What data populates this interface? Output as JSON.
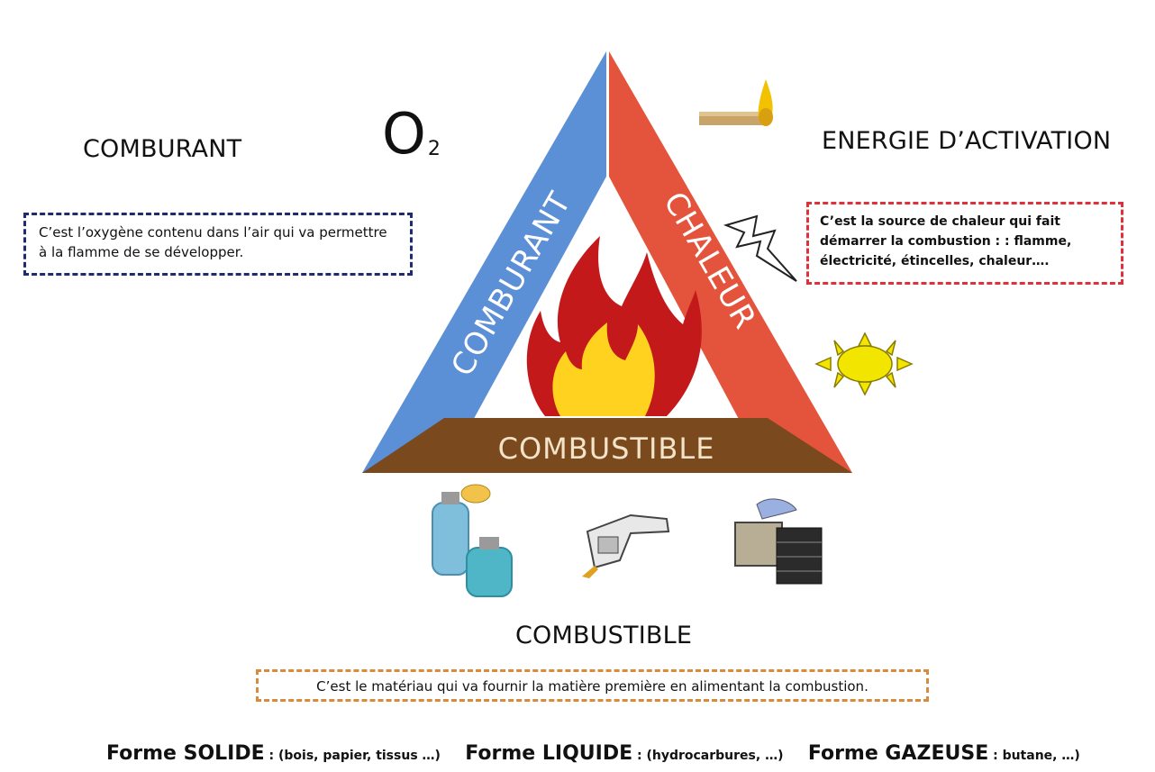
{
  "comburant": {
    "heading": "COMBURANT",
    "formula": "O",
    "formula_sub": "2",
    "description": "C’est l’oxygène contenu dans l’air qui va permettre à la flamme de se développer."
  },
  "energie": {
    "heading": "ENERGIE D’ACTIVATION",
    "description": "C’est la source de chaleur qui fait démarrer la combustion : : flamme, électricité, étincelles, chaleur…."
  },
  "triangle": {
    "left_label": "COMBURANT",
    "right_label": "CHALEUR",
    "base_label": "COMBUSTIBLE",
    "colors": {
      "left": "#5b8fd6",
      "right": "#e4533b",
      "base": "#7a4a1e",
      "flame_outer": "#c4191b",
      "flame_inner": "#ffd21f"
    }
  },
  "combustible": {
    "heading": "COMBUSTIBLE",
    "description": "C’est le matériau qui va fournir la matière première en alimentant la combustion."
  },
  "forms": [
    {
      "label": "Forme SOLIDE",
      "detail": " : (bois, papier, tissus …)"
    },
    {
      "label": "Forme LIQUIDE",
      "detail": " : (hydrocarbures, …)"
    },
    {
      "label": "Forme GAZEUSE",
      "detail": " : butane, …)"
    }
  ],
  "icons": [
    "match-icon",
    "lightning-icon",
    "sun-icon",
    "gas-bottle-icon",
    "fuel-nozzle-icon",
    "wood-books-icon"
  ]
}
